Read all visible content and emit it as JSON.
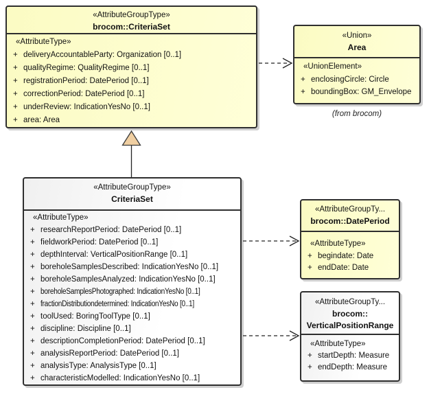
{
  "glyphs": {
    "plus": "+"
  },
  "colors": {
    "box_fill_yellow": "#ffffcc",
    "box_fill_white": "#ffffff",
    "border": "#2e2e2e",
    "shadow": "#cfcfcf",
    "generalization_triangle_fill": "#f0cfa2"
  },
  "boxes": {
    "brocom_criteriaset": {
      "stereotype": "«AttributeGroupType»",
      "name": "brocom::CriteriaSet",
      "compartment_stereotype": "«AttributeType»",
      "attributes": [
        "deliveryAccountableParty: Organization [0..1]",
        "qualityRegime: QualityRegime [0..1]",
        "registrationPeriod: DatePeriod [0..1]",
        "correctionPeriod: DatePeriod [0..1]",
        "underReview: IndicationYesNo [0..1]",
        "area: Area"
      ]
    },
    "area_union": {
      "stereotype": "«Union»",
      "name": "Area",
      "compartment_stereotype": "«UnionElement»",
      "attributes": [
        "enclosingCircle: Circle",
        "boundingBox: GM_Envelope"
      ],
      "caption": "(from brocom)"
    },
    "criteriaset": {
      "stereotype": "«AttributeGroupType»",
      "name": "CriteriaSet",
      "compartment_stereotype": "«AttributeType»",
      "attributes": [
        "researchReportPeriod: DatePeriod [0..1]",
        "fieldworkPeriod: DatePeriod [0..1]",
        "depthInterval: VerticalPositionRange [0..1]",
        "boreholeSamplesDescribed: IndicationYesNo [0..1]",
        "boreholeSamplesAnalyzed: IndicationYesNo [0..1]",
        "boreholeSamplesPhotographed: IndicationYesNo [0..1]",
        "fractionDistributiondetermined: IndicationYesNo [0..1]",
        "toolUsed: BoringToolType [0..1]",
        "discipline: Discipline [0..1]",
        "descriptionCompletionPeriod: DatePeriod [0..1]",
        "analysisReportPeriod: DatePeriod [0..1]",
        "analysisType: AnalysisType [0..1]",
        "characteristicModelled: IndicationYesNo [0..1]"
      ]
    },
    "dateperiod": {
      "stereotype": "«AttributeGroupTy...",
      "name": "brocom::DatePeriod",
      "compartment_stereotype": "«AttributeType»",
      "attributes": [
        "begindate: Date",
        "endDate: Date"
      ]
    },
    "verticalpositionrange": {
      "stereotype": "«AttributeGroupTy...",
      "name_line1": "brocom::",
      "name_line2": "VerticalPositionRange",
      "compartment_stereotype": "«AttributeType»",
      "attributes": [
        "startDepth: Measure",
        "endDepth: Measure"
      ]
    }
  }
}
